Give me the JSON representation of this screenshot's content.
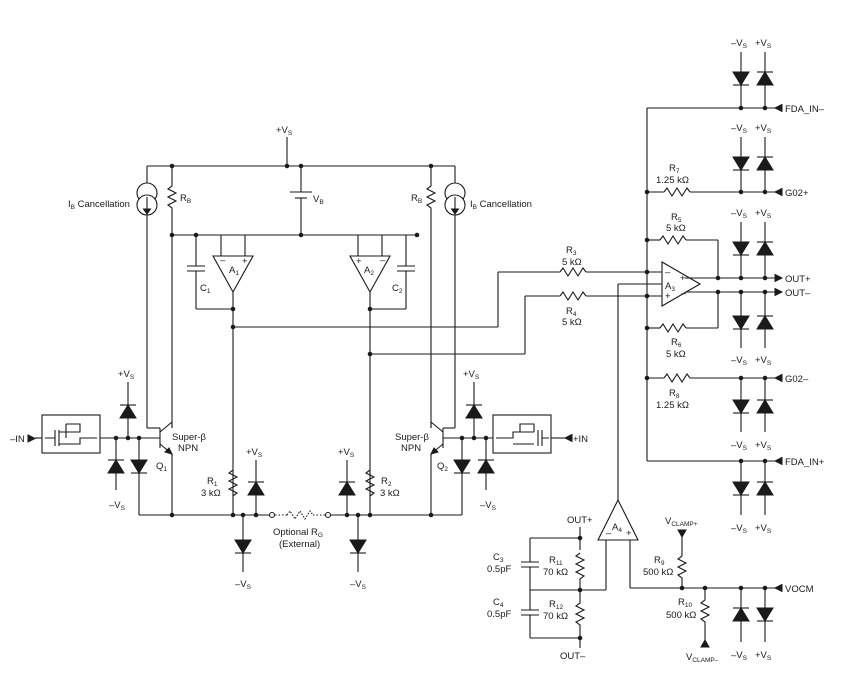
{
  "labels": {
    "vs_pos": "+V",
    "vs_neg": "–V",
    "vs_sub": "S",
    "vb": "V",
    "vb_sub": "B",
    "rb": "R",
    "rb_sub": "B",
    "ib_cancel_i": "I",
    "ib_cancel_sub": "B",
    "ib_cancel_text": " Cancellation",
    "a1": "A",
    "a1_sub": "1",
    "a2": "A",
    "a2_sub": "2",
    "a3": "A",
    "a3_sub": "3",
    "a4": "A",
    "a4_sub": "4",
    "c1": "C",
    "c1_sub": "1",
    "c2": "C",
    "c2_sub": "2",
    "c3": "C",
    "c3_sub": "3",
    "c3_val": "0.5pF",
    "c4": "C",
    "c4_sub": "4",
    "c4_val": "0.5pF",
    "q1": "Q",
    "q1_sub": "1",
    "q2": "Q",
    "q2_sub": "2",
    "superbeta": "Super-β",
    "npn": "NPN",
    "in_neg": "–IN",
    "in_pos": "+IN",
    "r1": "R",
    "r1_sub": "1",
    "r1_val": "3 kΩ",
    "r2": "R",
    "r2_sub": "2",
    "r2_val": "3 kΩ",
    "r3": "R",
    "r3_sub": "3",
    "r3_val": "5 kΩ",
    "r4": "R",
    "r4_sub": "4",
    "r4_val": "5 kΩ",
    "r5": "R",
    "r5_sub": "5",
    "r5_val": "5 kΩ",
    "r6": "R",
    "r6_sub": "6",
    "r6_val": "5 kΩ",
    "r7": "R",
    "r7_sub": "7",
    "r7_val": "1.25 kΩ",
    "r8": "R",
    "r8_sub": "8",
    "r8_val": "1.25 kΩ",
    "r9": "R",
    "r9_sub": "9",
    "r9_val": "500 kΩ",
    "r10": "R",
    "r10_sub": "10",
    "r10_val": "500 kΩ",
    "r11": "R",
    "r11_sub": "11",
    "r11_val": "70 kΩ",
    "r12": "R",
    "r12_sub": "12",
    "r12_val": "70 kΩ",
    "rg_optional": "Optional R",
    "rg_sub": "G",
    "rg_external": "(External)",
    "fda_in_neg": "FDA_IN–",
    "fda_in_pos": "FDA_IN+",
    "g02_pos": "G02+",
    "g02_neg": "G02–",
    "out_pos": "OUT+",
    "out_neg": "OUT–",
    "vocm": "VOCM",
    "vclamp": "V",
    "vclamp_pos_sub": "CLAMP+",
    "vclamp_neg_sub": "CLAMP–",
    "plus": "+",
    "minus": "–"
  }
}
